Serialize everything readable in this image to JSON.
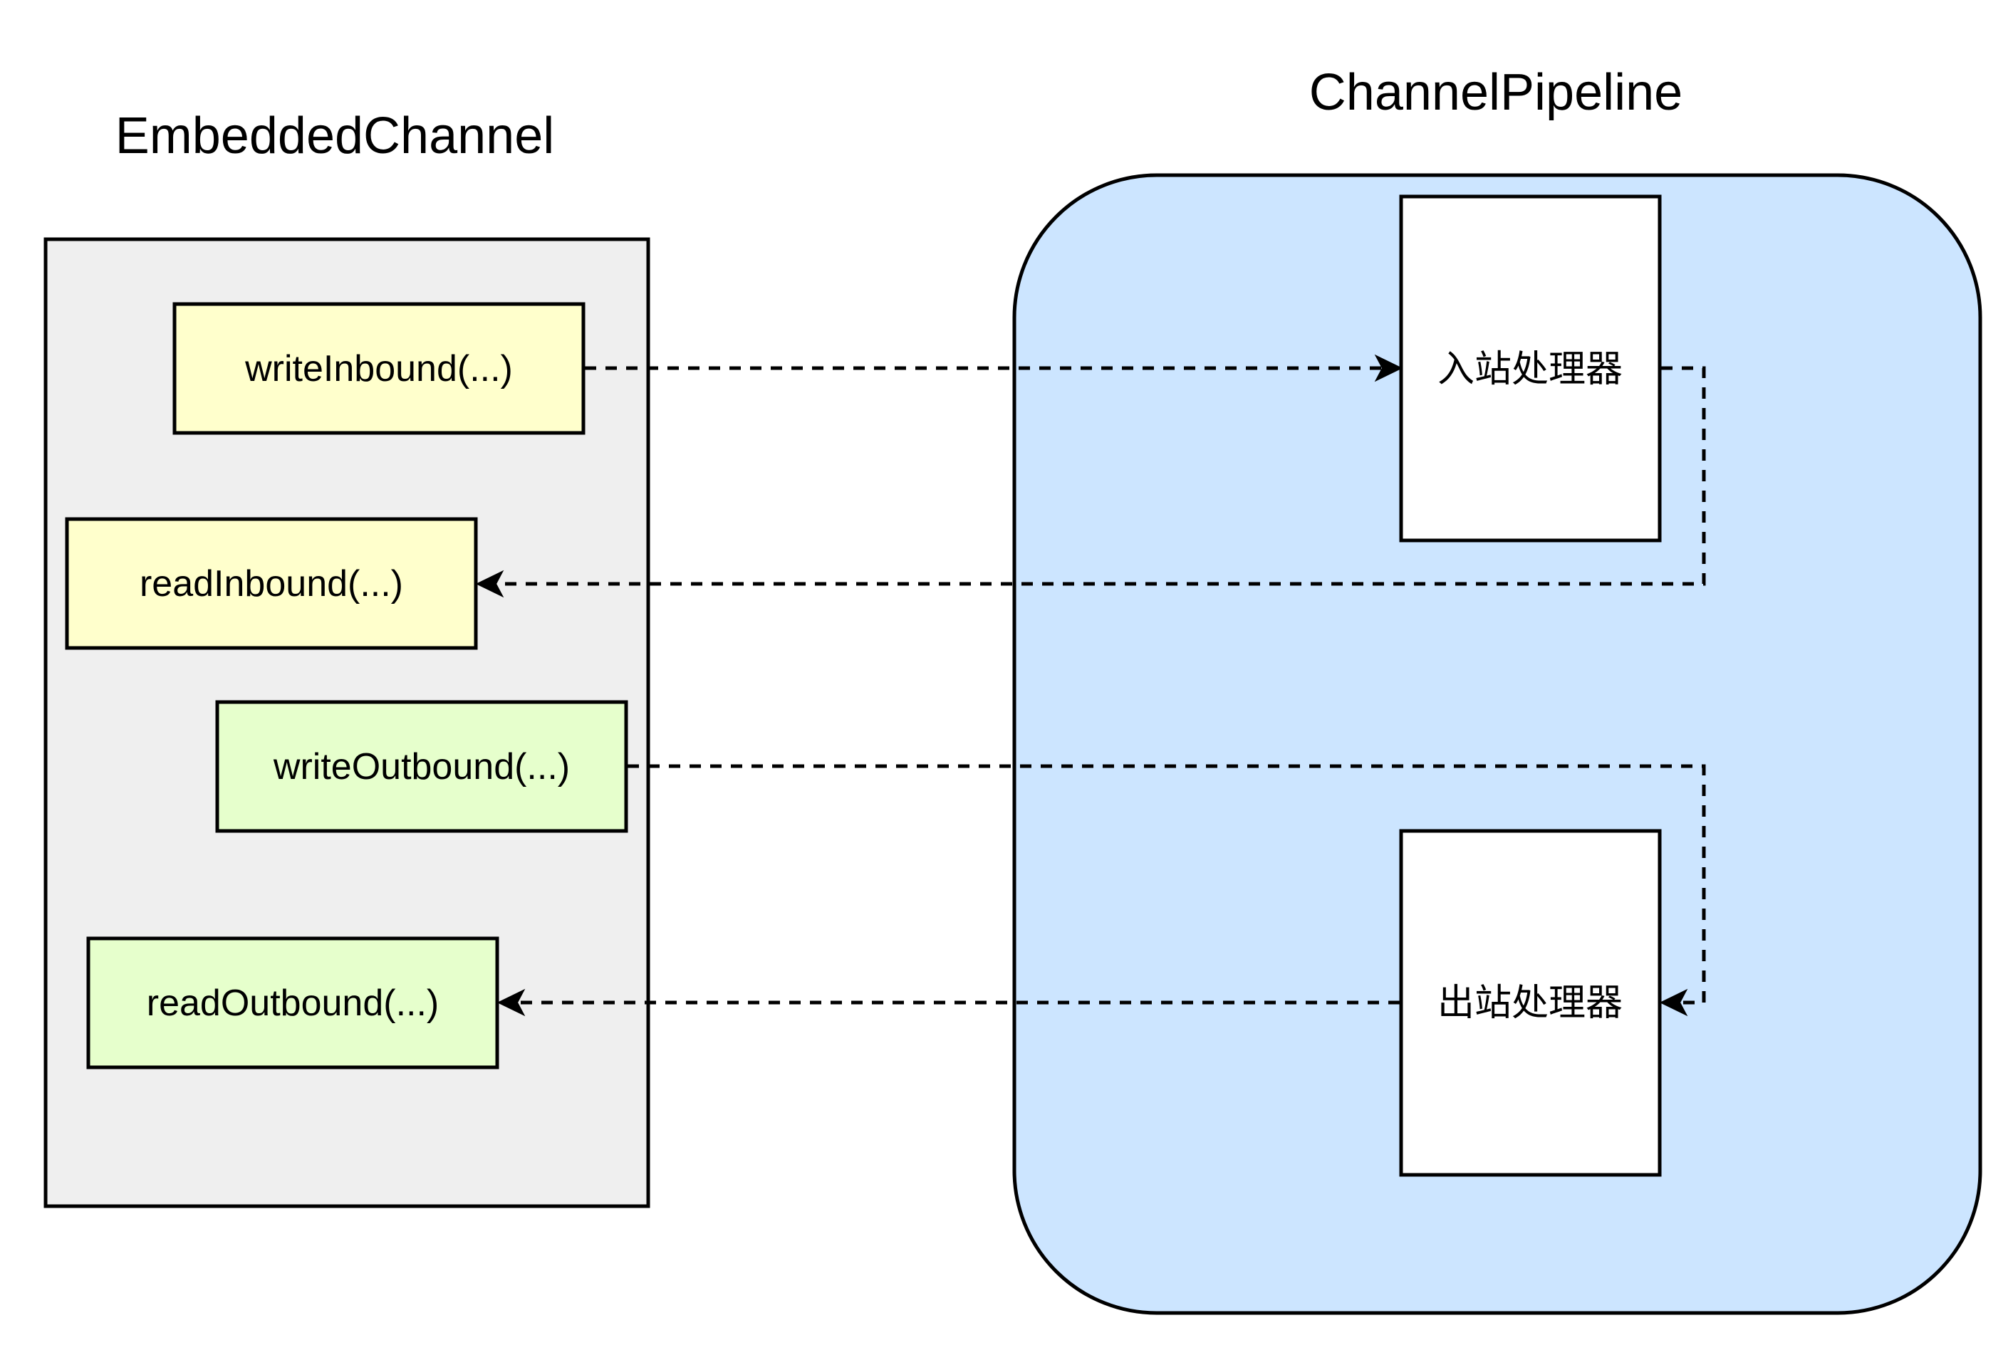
{
  "embedded_channel": {
    "title": "EmbeddedChannel",
    "fill": "#efefef",
    "methods": {
      "write_inbound": {
        "label": "writeInbound(...)",
        "fill": "#ffffcc"
      },
      "read_inbound": {
        "label": "readInbound(...)",
        "fill": "#ffffcc"
      },
      "write_outbound": {
        "label": "writeOutbound(...)",
        "fill": "#e6ffcc"
      },
      "read_outbound": {
        "label": "readOutbound(...)",
        "fill": "#e6ffcc"
      }
    }
  },
  "channel_pipeline": {
    "title": "ChannelPipeline",
    "fill": "#cce5ff",
    "inbound_handler": {
      "label": "入站处理器",
      "fill": "#ffffff"
    },
    "outbound_handler": {
      "label": "出站处理器",
      "fill": "#ffffff"
    }
  },
  "flows": [
    {
      "from": "writeInbound(...)",
      "to": "入站处理器",
      "style": "dashed"
    },
    {
      "from": "入站处理器",
      "to": "readInbound(...)",
      "style": "dashed"
    },
    {
      "from": "writeOutbound(...)",
      "to": "出站处理器",
      "style": "dashed"
    },
    {
      "from": "出站处理器",
      "to": "readOutbound(...)",
      "style": "dashed"
    }
  ]
}
